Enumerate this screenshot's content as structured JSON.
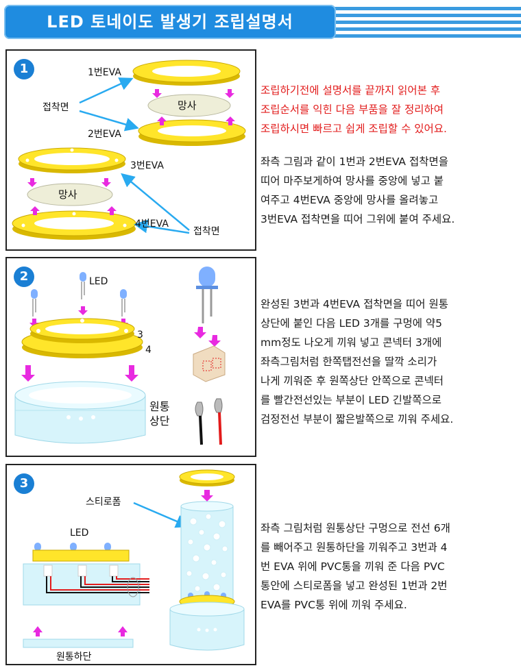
{
  "title": "LED 토네이도 발생기 조립설명서",
  "colors": {
    "accent": "#1f8ce0",
    "eva": "#ffe52a",
    "warning": "#e21b1b",
    "arrow": "#e82ae0",
    "pointer": "#29aaf0"
  },
  "step1": {
    "number": "1",
    "labels": {
      "eva1": "1번EVA",
      "eva2": "2번EVA",
      "eva3": "3번EVA",
      "eva4": "4번EVA",
      "adhesive_left": "접착면",
      "adhesive_right": "접착면",
      "mesh_top": "망사",
      "mesh_bottom": "망사"
    },
    "warning_lines": [
      "조립하기전에 설명서를 끝까지 읽어본 후",
      "조립순서를 익힌 다음 부품을 잘 정리하여",
      "조립하시면 빠르고 쉽게 조립할 수 있어요."
    ],
    "text_lines": [
      "좌측 그림과 같이 1번과 2번EVA 접착면을",
      "띠어 마주보게하여 망사를 중앙에 넣고 붙",
      "여주고 4번EVA 중앙에 망사를 올려놓고",
      "3번EVA 접착면을 띠어 그위에 붙여 주세요."
    ]
  },
  "step2": {
    "number": "2",
    "labels": {
      "led": "LED",
      "ring3": "3",
      "ring4": "4",
      "cyl_top_1": "원통",
      "cyl_top_2": "상단"
    },
    "text_lines": [
      "완성된 3번과 4번EVA 접착면을 띠어 원통",
      "상단에 붙인 다음 LED 3개를 구멍에 약5",
      "mm정도 나오게 끼워 넣고 콘넥터 3개에",
      "좌측그림처럼 한쪽탭전선을 딸깍 소리가",
      "나게 끼워준 후 원쪽상단 안쪽으로 콘넥터",
      "를 빨간전선있는 부분이 LED 긴발쪽으로",
      "검정전선 부분이 짧은발쪽으로 끼워 주세요."
    ]
  },
  "step3": {
    "number": "3",
    "labels": {
      "styrofoam": "스티로폼",
      "led": "LED",
      "cyl_bottom": "원통하단"
    },
    "text_lines": [
      "좌측 그림처럼 원통상단 구멍으로 전선 6개",
      "를 빼어주고 원통하단을 끼워주고 3번과 4",
      "번 EVA 위에 PVC통을 끼워 준 다음 PVC",
      "통안에 스티로폼을 넣고 완성된 1번과 2번",
      "EVA를 PVC통 위에 끼워 주세요."
    ]
  }
}
